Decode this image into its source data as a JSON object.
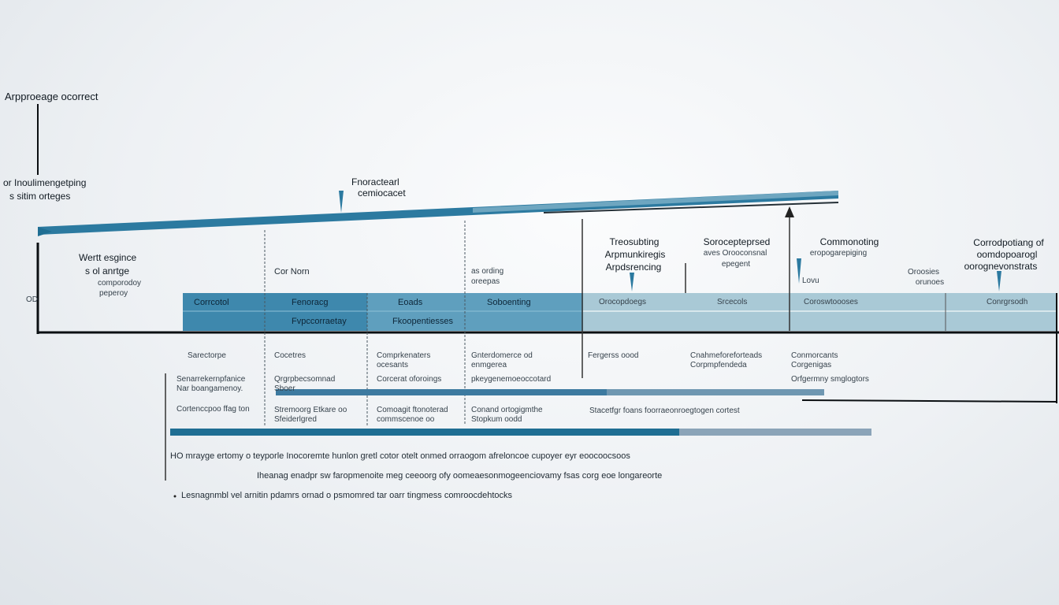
{
  "colors": {
    "bar_dark": "#1f6e93",
    "bar_mid": "#4f93b4",
    "bar_light": "#a8c8d6",
    "band_light": "#c9dde5",
    "axis": "#0b0f12"
  },
  "labels": {
    "top_left_title": "Arpproeage ocorrect",
    "left_top_1": "or Inoulimengetping",
    "left_top_2": "s sitim orteges",
    "mid_marker_1": "Fnoractearl",
    "mid_marker_2": "cemiocacet",
    "left_mid_1": "Wertt esgince",
    "left_mid_2": "s ol anrtge",
    "left_mid_3": "comporodoy",
    "left_mid_4": "peperoy",
    "axis_tag": "OD",
    "col2_note": "Cor Norn",
    "col4_note_1": "as ording",
    "col4_note_2": "oreepas",
    "hdr_a_1": "Treosubting",
    "hdr_a_2": "Arpmunkiregis",
    "hdr_a_3": "Arpdsrencing",
    "hdr_b_1": "Sorocepteprsed",
    "hdr_b_2": "aves Orooconsnal",
    "hdr_b_3": "epegent",
    "hdr_c_1": "Commonoting",
    "hdr_c_2": "eropogarepiging",
    "hdr_c_3": "Lovu",
    "hdr_d_1": "Corrodpotiang of",
    "hdr_d_2": "oomdopoarogl",
    "hdr_d_3": "oorognevonstrats",
    "hdr_d_4": "Oroosies",
    "hdr_d_5": "orunoes"
  },
  "band": {
    "cells": [
      "Corrcotol",
      "Fenoracg",
      "Eoads",
      "Soboenting",
      "Orocopdoegs",
      "Srcecols",
      "Coroswtoooses",
      "Conrgrsodh"
    ],
    "row2": [
      "Fvpccorraetay",
      "Fkoopentiesses"
    ]
  },
  "table": {
    "row1": [
      "Sarectorpe",
      "Cocetres",
      "Comprkenaters\nocesants",
      "Gnterdomerce od\nenmgerea",
      "Fergerss oood",
      "Cnahmeforeforteads\nCorpmpfendeda",
      "Conmorcants\nCorgenigas"
    ],
    "row2": [
      "Senarrekernpfanice\nNar boangamenoy.",
      "Qrgrpbecsomnad\nSboer",
      "Corcerat oforoings",
      "pkeygenemoeoccotard",
      "",
      "",
      "Orfgermny smglogtors"
    ],
    "row3": [
      "Cortenccpoo ffag ton",
      "Stremoorg Etkare oo\nSfeiderlgred",
      "Comoagit ftonoterad\ncommscenoe oo",
      "Conand ortogigmthe\nStopkum oodd",
      "Stacetfgr foans foorraeonroegtogen cortest"
    ]
  },
  "footer": {
    "line1": "HO mrayge ertomy o teyporle Inocoremte hunlon gretl cotor otelt onmed orraogom afreloncoe cupoyer eyr eoocoocsoos",
    "line2": "Iheanag enadpr sw faropmenoite meg ceeoorg ofy oomeaesonmogeenciovamy fsas corg eoe longareorte",
    "line3": "Lesnagnmbl vel arnitin pdamrs ornad o psmomred tar oarr tingmess comroocdehtocks"
  }
}
